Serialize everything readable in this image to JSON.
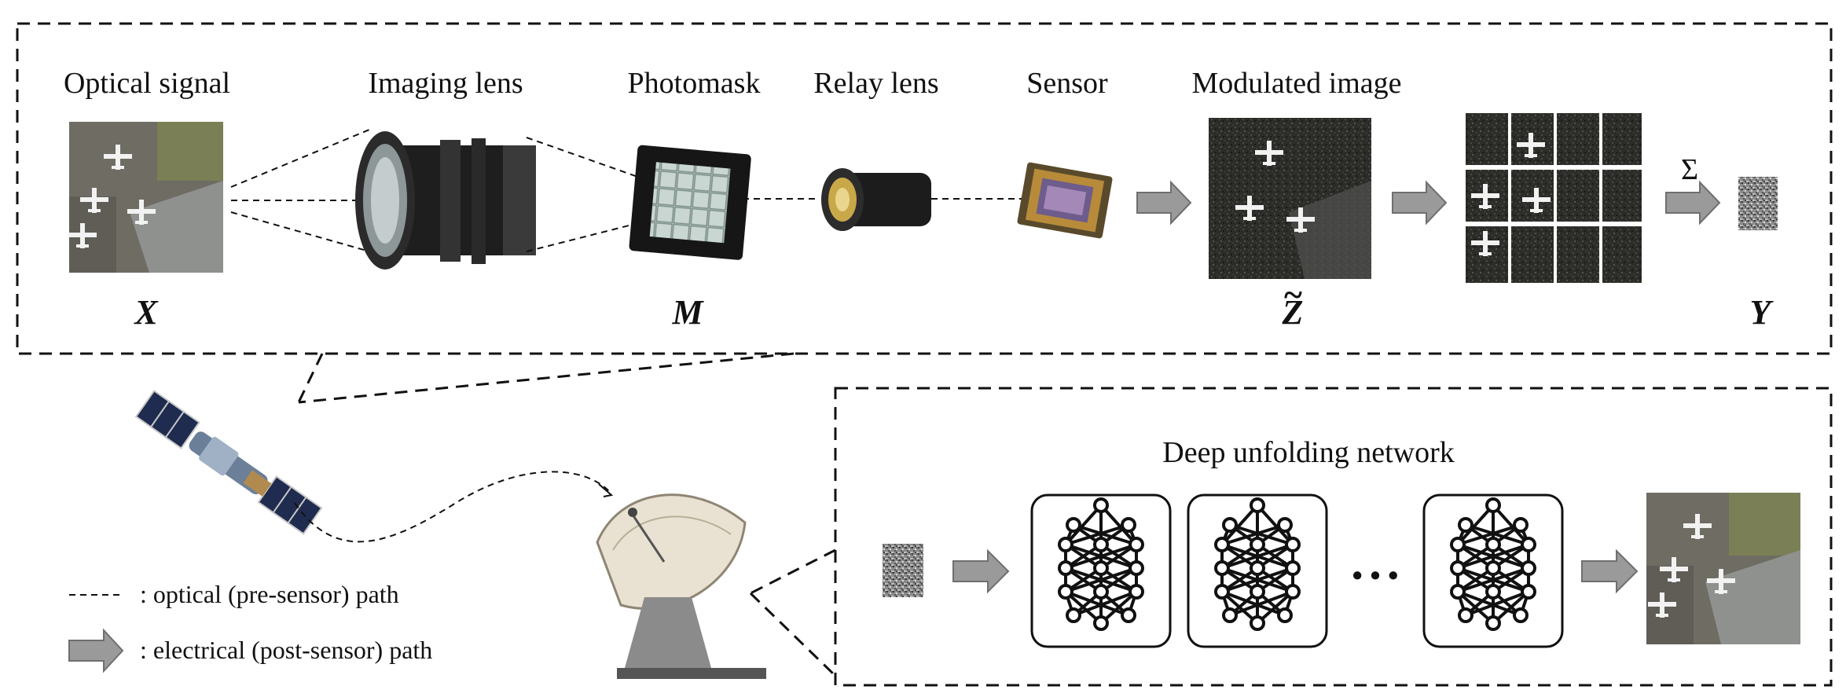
{
  "labels": {
    "optical_signal": "Optical signal",
    "imaging_lens": "Imaging lens",
    "photomask": "Photomask",
    "relay_lens": "Relay lens",
    "sensor": "Sensor",
    "modulated_image": "Modulated image",
    "deep_unfolding_network": "Deep unfolding network"
  },
  "symbols": {
    "x": "X",
    "m": "M",
    "z": "Z",
    "z_accent": "~",
    "y": "Y",
    "sum": "Σ"
  },
  "legend": {
    "optical": ": optical (pre-sensor) path",
    "electrical": ": electrical (post-sensor) path"
  },
  "ellipsis": "• • •",
  "colors": {
    "arrow_fill": "#9a9a9a",
    "aerial_ground": "#6e6c63",
    "dark_image": "#2d2d2a",
    "line": "#111111"
  }
}
